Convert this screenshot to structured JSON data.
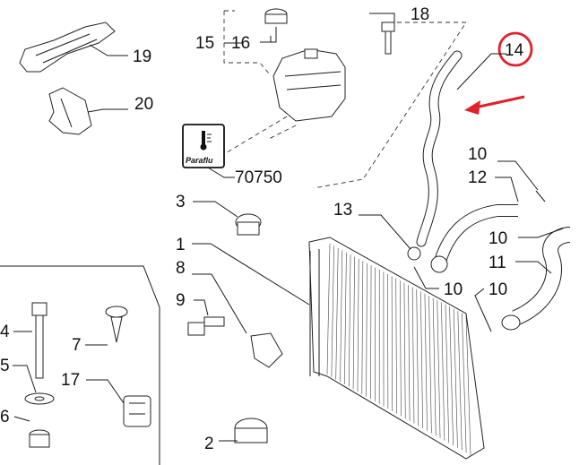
{
  "labels": {
    "l1": "1",
    "l2": "2",
    "l3": "3",
    "l4": "4",
    "l5": "5",
    "l6": "6",
    "l7": "7",
    "l8": "8",
    "l9": "9",
    "l10a": "10",
    "l10b": "10",
    "l10c": "10",
    "l10d": "10",
    "l11": "11",
    "l12": "12",
    "l13": "13",
    "l14": "14",
    "l15": "15",
    "l16": "16",
    "l17": "17",
    "l18": "18",
    "l19": "19",
    "l20": "20",
    "l70750": "70750"
  },
  "icon_box": {
    "text": "Paraflu"
  },
  "colors": {
    "highlight": "#e0202a",
    "line": "#1a1a1a"
  }
}
